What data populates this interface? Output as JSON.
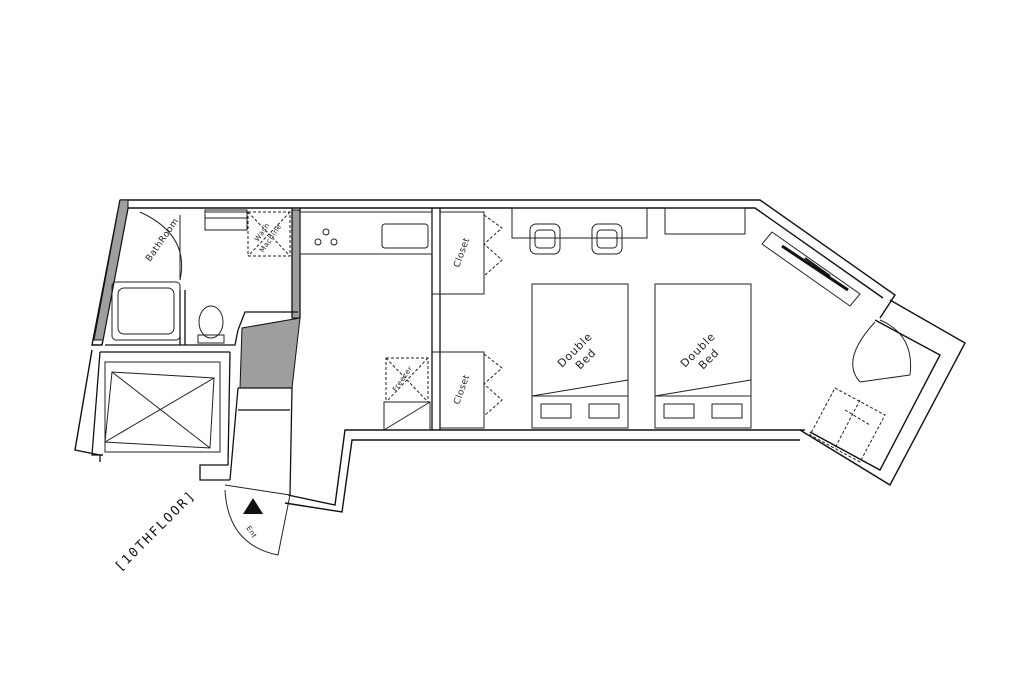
{
  "labels": {
    "bathroom": "BathRoom",
    "wash_machine_line1": "Wash",
    "wash_machine_line2": "Machine",
    "closet_upper": "Closet",
    "closet_lower": "Closet",
    "freezer": "Freezer",
    "double_bed_1_line1": "Double",
    "double_bed_1_line2": "Bed",
    "double_bed_2_line1": "Double",
    "double_bed_2_line2": "Bed",
    "entrance": "Ent",
    "floor": "[10THFLOOR]"
  },
  "colors": {
    "wall": "#111111",
    "wall_fill": "#ffffff",
    "gray_fill": "#9e9e9e",
    "line": "#222222"
  }
}
